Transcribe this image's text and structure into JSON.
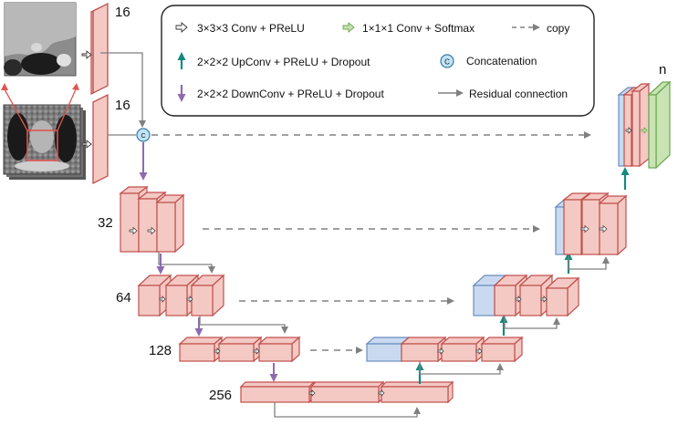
{
  "legend": {
    "conv3": "3×3×3 Conv + PReLU",
    "conv1": "1×1×1 Conv + Softmax",
    "copy": "copy",
    "upconv": "2×2×2 UpConv + PReLU + Dropout",
    "concat": "Concatenation",
    "concat_symbol": "C",
    "downconv": "2×2×2 DownConv + PReLU + Dropout",
    "residual": "Residual connection"
  },
  "channels": {
    "top_a": "16",
    "top_b": "16",
    "level1": "32",
    "level2": "64",
    "level3": "128",
    "level4": "256",
    "output": "n"
  },
  "colors": {
    "block_fill": "#f4c9c4",
    "block_stroke": "#c0504d",
    "copy_fill": "#c9daf0",
    "copy_stroke": "#6c8ebf",
    "output_fill": "#c9e3b4",
    "output_stroke": "#6aa84f",
    "up_arrow": "#138a7e",
    "down_arrow": "#8e6bb0",
    "gray": "#808080"
  },
  "icons": {
    "conv_arrow": "white-right-arrow-icon",
    "softmax_arrow": "green-right-arrow-icon",
    "concat": "concatenation-circle-icon"
  }
}
